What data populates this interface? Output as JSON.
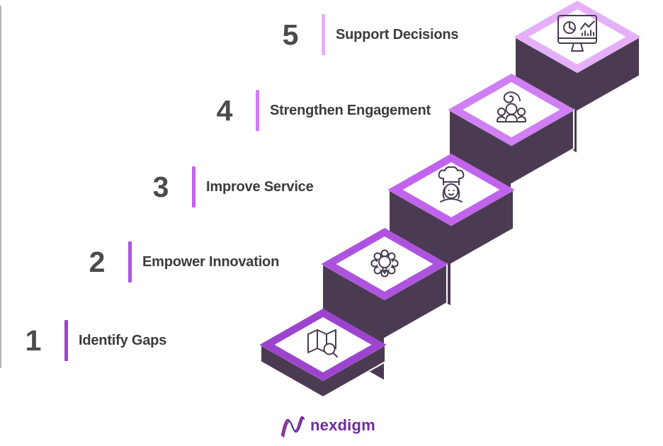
{
  "steps": [
    {
      "number": "1",
      "label": "Identify Gaps",
      "accent": "#9d44cf",
      "icon": "map-search"
    },
    {
      "number": "2",
      "label": "Empower Innovation",
      "accent": "#ae53e0",
      "icon": "gear-lightbulb"
    },
    {
      "number": "3",
      "label": "Improve Service",
      "accent": "#c263ef",
      "icon": "chef"
    },
    {
      "number": "4",
      "label": "Strengthen Engagement",
      "accent": "#d07ff4",
      "icon": "people-engagement"
    },
    {
      "number": "5",
      "label": "Support Decisions",
      "accent": "#e5b0f9",
      "icon": "dashboard-monitor"
    }
  ],
  "logo": {
    "text": "nexdigm"
  },
  "colors": {
    "step_side": "#4a3b52",
    "label_text": "#3b3b3b",
    "number_text": "#4b4b4b",
    "logo_text": "#6f2b9f"
  }
}
